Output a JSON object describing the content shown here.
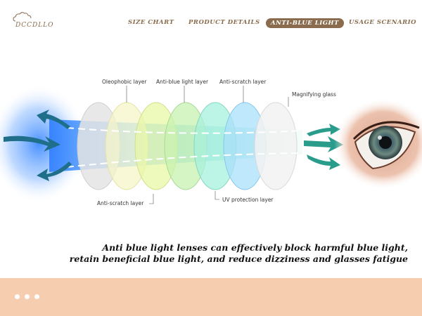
{
  "brand": {
    "name": "DCCDLLO"
  },
  "nav": {
    "items": [
      {
        "label": "SIZE CHART"
      },
      {
        "label": "PRODUCT DETAILS"
      },
      {
        "label": "ANTI-BLUE LIGHT"
      },
      {
        "label": "USAGE SCENARIO"
      }
    ],
    "active_index": 2
  },
  "diagram": {
    "labels": {
      "oleophobic": "Oleophobic layer",
      "anti_blue": "Anti-blue light layer",
      "anti_scratch_top": "Anti-scratch layer",
      "magnifying": "Magnifying glass",
      "anti_scratch_bottom": "Anti-scratch layer",
      "uv": "UV protection layer"
    }
  },
  "caption": {
    "line1": "Anti blue light lenses can effectively block harmful blue light,",
    "line2": "retain beneficial blue light, and reduce dizziness and glasses fatigue"
  },
  "colors": {
    "accent": "#8a6b4d",
    "footer": "#f7cdb0",
    "beam": "#4aa8ff",
    "arrow": "#1f6f8b"
  }
}
